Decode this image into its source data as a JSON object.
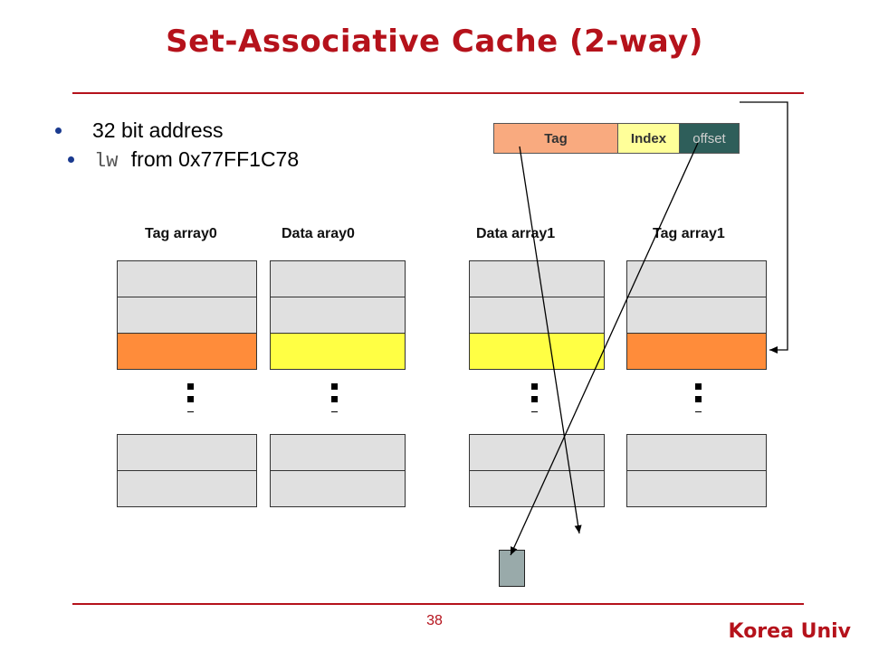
{
  "slide": {
    "title": "Set-Associative Cache (2-way)",
    "page_number": "38",
    "footer_org": "Korea Univ"
  },
  "bullets": [
    {
      "text": "32 bit address"
    },
    {
      "code": "lw",
      "text": "from 0x77FF1C78"
    }
  ],
  "address_fields": [
    {
      "label": "Tag",
      "color": "#f9aa7f",
      "text_color": "#333333"
    },
    {
      "label": "Index",
      "color": "#ffff99",
      "text_color": "#333333"
    },
    {
      "label": "offset",
      "color": "#2e5e5a",
      "text_color": "#cfcfcf"
    }
  ],
  "arrays": [
    {
      "label": "Tag array0",
      "highlight_color": "#ff8c3a"
    },
    {
      "label": "Data aray0",
      "highlight_color": "#ffff44"
    },
    {
      "label": "Data array1",
      "highlight_color": "#ffff44"
    },
    {
      "label": "Tag array1",
      "highlight_color": "#ff8c3a"
    }
  ],
  "colors": {
    "title": "#b5121b",
    "cell": "#e0e0e0",
    "output_block": "#99aaaa"
  }
}
